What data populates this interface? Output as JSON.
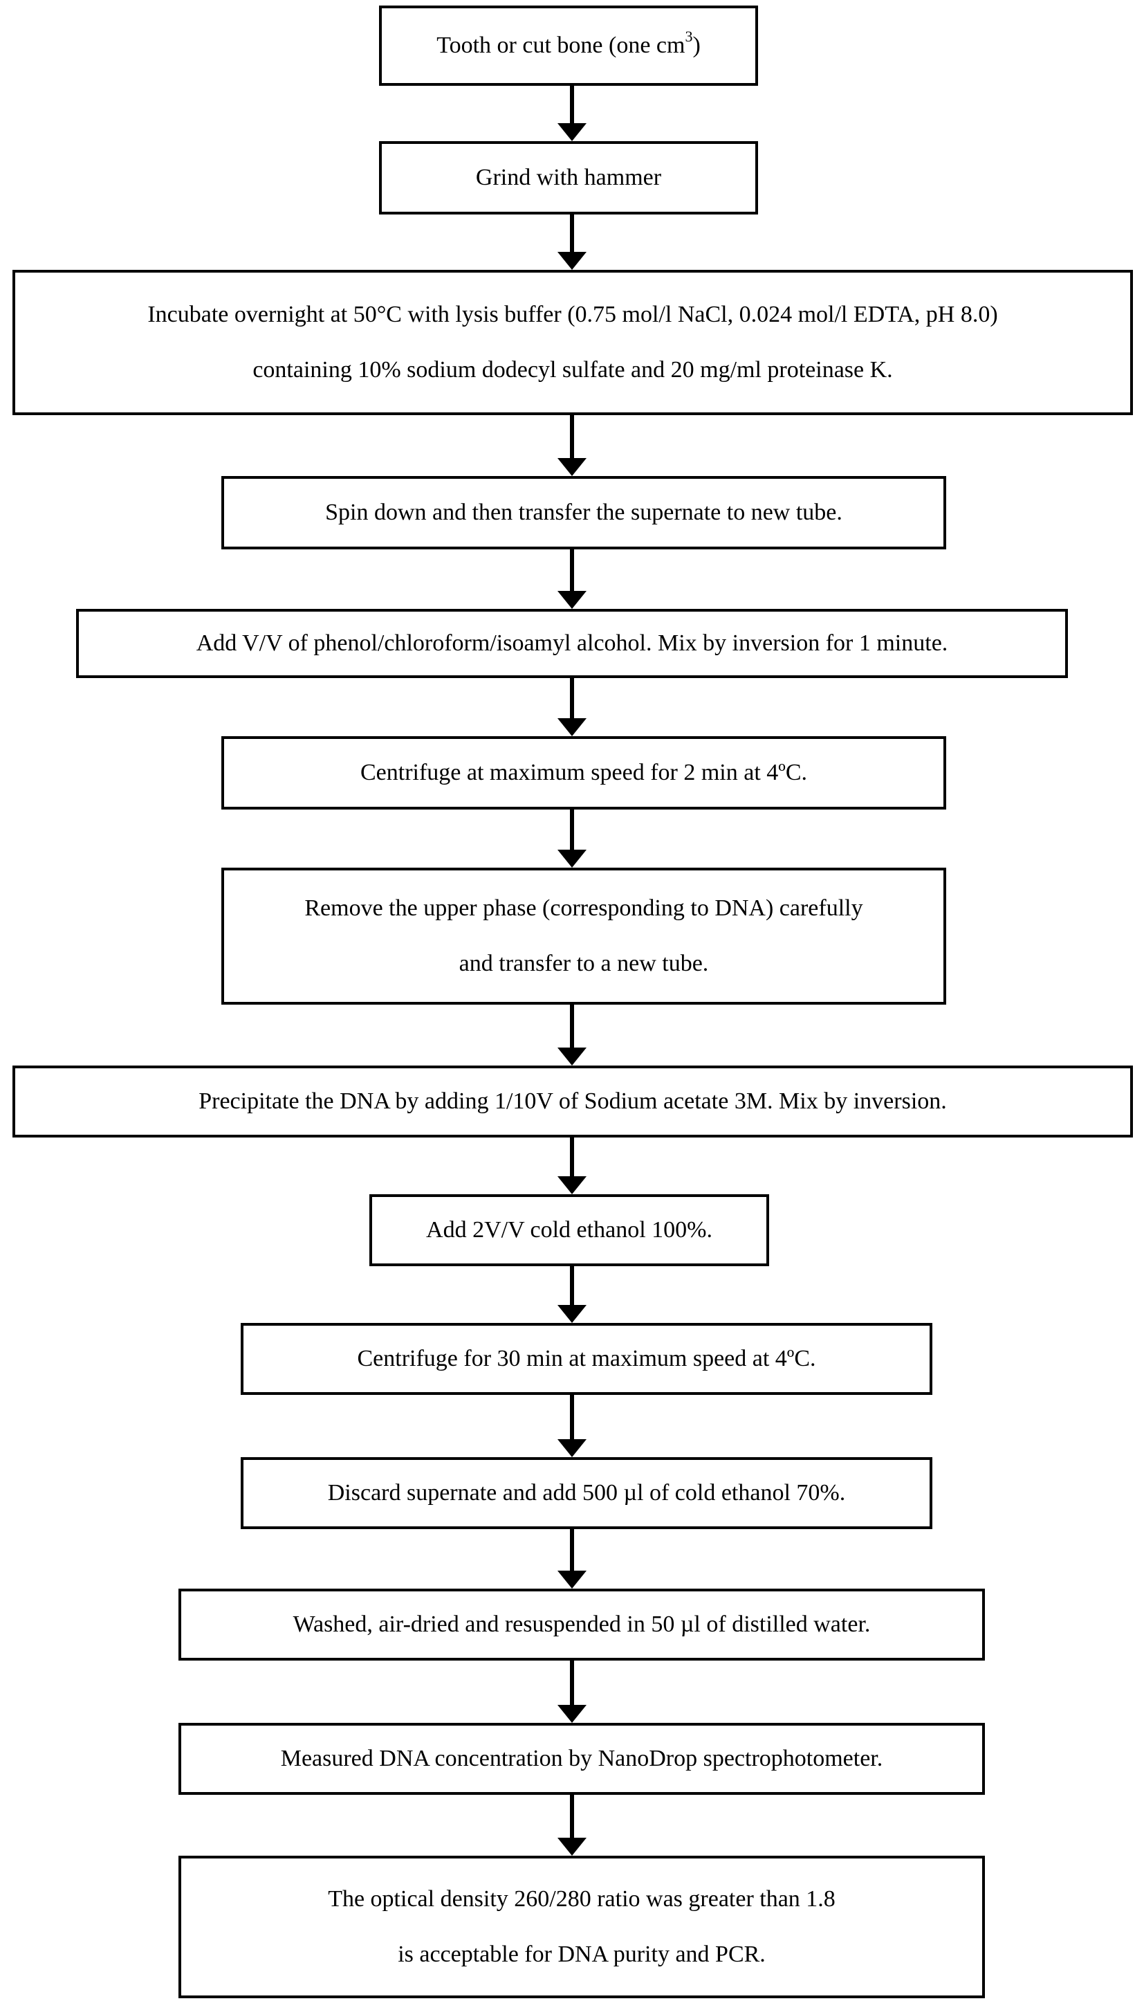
{
  "steps": [
    {
      "id": "tooth-or-bone",
      "lines": [
        "Tooth or cut bone (one cm",
        ""
      ],
      "sup": "3",
      "suffix": ")"
    },
    {
      "id": "grind",
      "lines": [
        "Grind with hammer"
      ]
    },
    {
      "id": "incubate",
      "lines": [
        "Incubate overnight at 50°C with lysis buffer (0.75 mol/l  NaCl, 0.024 mol/l EDTA, pH 8.0)",
        "containing 10% sodium dodecyl sulfate and 20 mg/ml  proteinase K."
      ]
    },
    {
      "id": "spin-down",
      "lines": [
        "Spin down and then transfer the supernate to new tube."
      ]
    },
    {
      "id": "add-phenol",
      "lines": [
        "Add V/V of phenol/chloroform/isoamyl alcohol. Mix by inversion for 1 minute."
      ]
    },
    {
      "id": "centrifuge-2min",
      "lines": [
        "Centrifuge at maximum speed for 2 min at 4ºC."
      ]
    },
    {
      "id": "remove-upper-phase",
      "lines": [
        "Remove the upper phase (corresponding to DNA) carefully",
        "and transfer to a new tube."
      ]
    },
    {
      "id": "precipitate",
      "lines": [
        "Precipitate the DNA by adding 1/10V of Sodium acetate 3M. Mix by inversion."
      ]
    },
    {
      "id": "add-ethanol",
      "lines": [
        "Add 2V/V cold ethanol 100%."
      ]
    },
    {
      "id": "centrifuge-30min",
      "lines": [
        "Centrifuge for 30 min at maximum speed at 4ºC."
      ]
    },
    {
      "id": "discard-supernate",
      "lines": [
        "Discard supernate and add 500 µl  of cold ethanol 70%."
      ]
    },
    {
      "id": "wash-resuspend",
      "lines": [
        "Washed, air-dried and resuspended in 50 µl  of distilled water."
      ]
    },
    {
      "id": "measure-dna",
      "lines": [
        "Measured DNA concentration by NanoDrop spectrophotometer."
      ]
    },
    {
      "id": "optical-density",
      "lines": [
        "The optical density 260/280 ratio was greater than 1.8",
        "is acceptable for DNA purity and PCR."
      ]
    }
  ]
}
